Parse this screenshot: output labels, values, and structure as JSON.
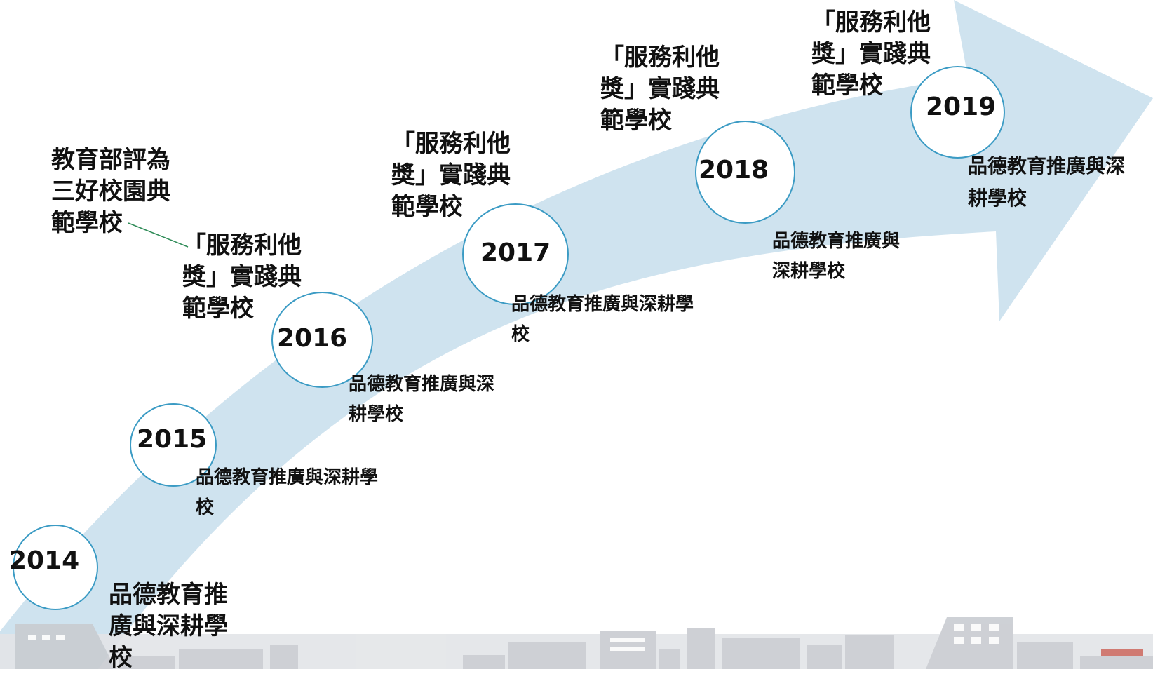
{
  "milestones": [
    {
      "year": "2014",
      "text": "品德教育推\n廣與深耕學\n校"
    },
    {
      "year": "2015",
      "text": "品德教育推廣與深耕學\n校"
    },
    {
      "year": "2016",
      "text": "品德教育推廣與深\n耕學校",
      "text_upper": "「服務利他\n獎」實踐典\n範學校",
      "text_top": "教育部評為\n三好校園典\n範學校"
    },
    {
      "year": "2017",
      "text": "品德教育推廣與深耕學\n校",
      "text_upper": "「服務利他\n獎」實踐典\n範學校"
    },
    {
      "year": "2018",
      "text": "品德教育推廣與\n深耕學校",
      "text_upper": "「服務利他\n獎」實踐典\n範學校"
    },
    {
      "year": "2019",
      "text": "品德教育推廣與深\n耕學校",
      "text_upper": "「服務利他\n獎」實踐典\n範學校"
    }
  ],
  "colors": {
    "arrow": "#cfe3ef",
    "circle_border": "#3b9bc4",
    "skyline": "#c9ccd1"
  }
}
